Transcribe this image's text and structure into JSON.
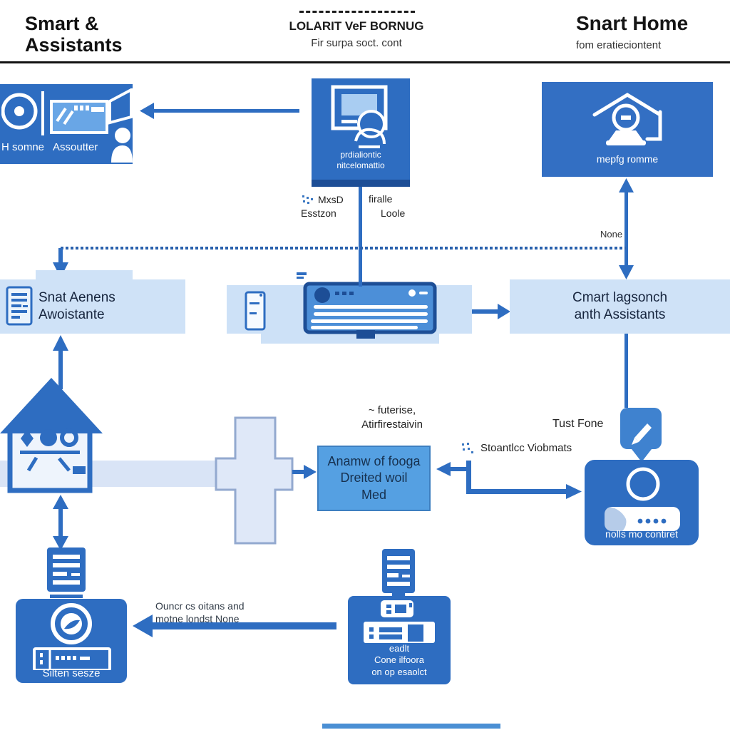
{
  "header": {
    "left_title_line1": "Smart &",
    "left_title_line2": "Assistants",
    "center_title": "LOLARIT VeF BORNUG",
    "center_subtitle": "Fir surpa soct. cont",
    "right_title": "Snart Home",
    "right_subtitle": "fom eratieciontent"
  },
  "top_row": {
    "device_panel": {
      "speaker_label": "H somne",
      "screen_label": "Assoutter"
    },
    "kiosk": {
      "caption_line1": "prdialiontic",
      "caption_line2": "nitcelomattio"
    },
    "camera_home": {
      "caption": "mepfg romme"
    }
  },
  "mid_labels": {
    "mxsd": "MxsD",
    "esstzon": "Esstzon",
    "firalle": "firalle",
    "loole": "Loole",
    "none": "None"
  },
  "row2": {
    "assistants_box": {
      "line1": "Snat Aenens",
      "line2": "Awoistante"
    },
    "smart_box": {
      "line1": "Cmart lagsonch",
      "line2": "anth Assistants"
    }
  },
  "mid_section": {
    "futerise_line1": "~ futerise,",
    "futerise_line2": "Atirfirestaivin",
    "anamw_box": {
      "line1": "Anamw of fooga",
      "line2": "Dreited woil",
      "line3": "Med"
    },
    "stoantlcc": "Stoantlcc Viobmats",
    "tust_fone": "Tust Fone",
    "nolls_box": {
      "caption": "nolls mo contiret"
    }
  },
  "bottom": {
    "silten_box": {
      "caption": "Silten sesze"
    },
    "arrow_note_line1": "Ouncr cs oitans and",
    "arrow_note_line2": "motne londst None",
    "console_box": {
      "line1": "eadlt",
      "line2": "Cone ilfoora",
      "line3": "on op esaolct"
    }
  },
  "icons": {
    "speaker": "circle-with-dot",
    "screen": "display-panel",
    "person_flag": "person-with-flag",
    "kiosk": "monitor-with-person",
    "camera_home": "house-with-camera",
    "document": "document-lines",
    "phone": "smartphone",
    "tablet": "tablet-list",
    "house": "house-with-objects",
    "dots": "dots-grid",
    "pencil": "pencil",
    "speaker_device": "smart-speaker",
    "gauge": "dial-gauge",
    "device_bar": "device-strip",
    "console": "printer-console"
  },
  "colors": {
    "primary_blue": "#2e6dc1",
    "dark_navy": "#1d4e96",
    "medium_blue": "#55a0e2",
    "light_blue": "#cfe2f7",
    "pale_band": "#d9e4f6",
    "dotted_line": "#2a61ad",
    "text_dark": "#1a1a1a"
  }
}
